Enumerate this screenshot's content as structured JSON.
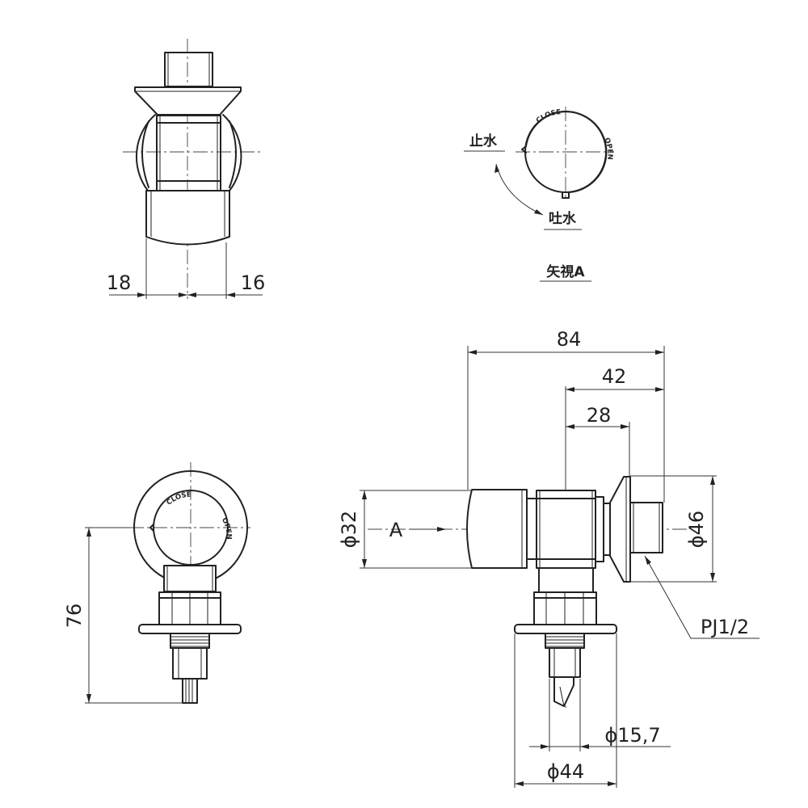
{
  "dimensions": {
    "top_left": "18",
    "top_right": "16",
    "total_length": "84",
    "length_42": "42",
    "length_28": "28",
    "dia_32": "ϕ32",
    "dia_46": "ϕ46",
    "height_76": "76",
    "dia_15_7": "ϕ15,7",
    "dia_44": "ϕ44"
  },
  "labels": {
    "view_a_ref": "A",
    "thread": "PJ1/2",
    "stop_water": "止水",
    "discharge_water": "吐水",
    "view_a_title": "矢視A",
    "knob_close": "CLOSE",
    "knob_open": "OPEN"
  }
}
